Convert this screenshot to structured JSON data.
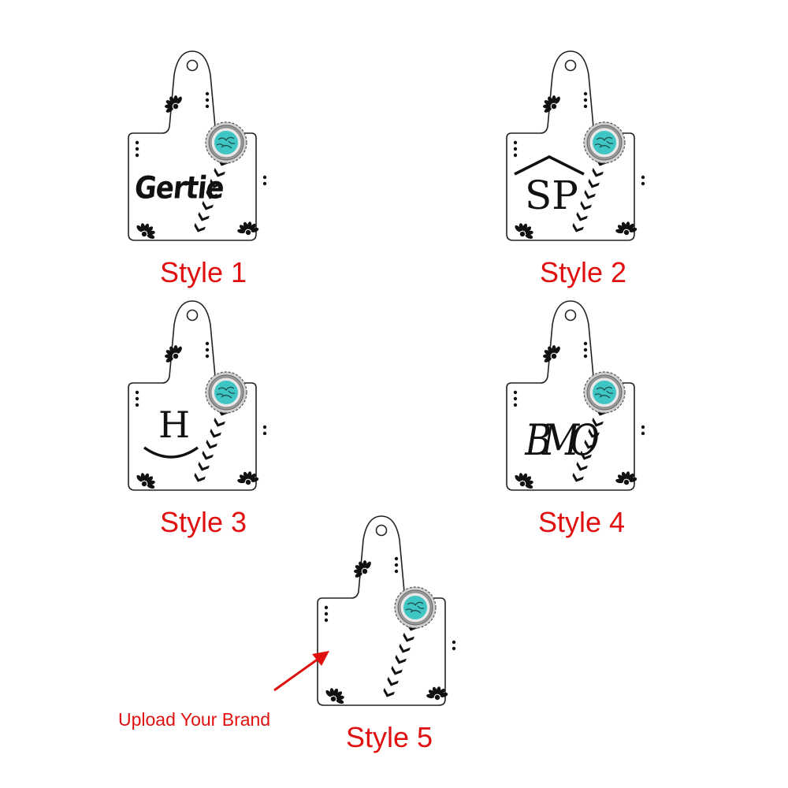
{
  "colors": {
    "label": "#e01010",
    "ink": "#111111",
    "turquoise": "#3fc6c4",
    "silver": "#a8a8a8"
  },
  "tags": [
    {
      "label": "Style 1",
      "text": "Gertie",
      "kind": "name"
    },
    {
      "label": "Style 2",
      "text": "SP",
      "kind": "roof-brand"
    },
    {
      "label": "Style 3",
      "text": "H",
      "kind": "rocker-brand"
    },
    {
      "label": "Style 4",
      "text": "BMO",
      "kind": "monogram"
    },
    {
      "label": "Style 5",
      "text": "",
      "kind": "blank"
    }
  ],
  "callout": {
    "text": "Upload Your Brand"
  }
}
